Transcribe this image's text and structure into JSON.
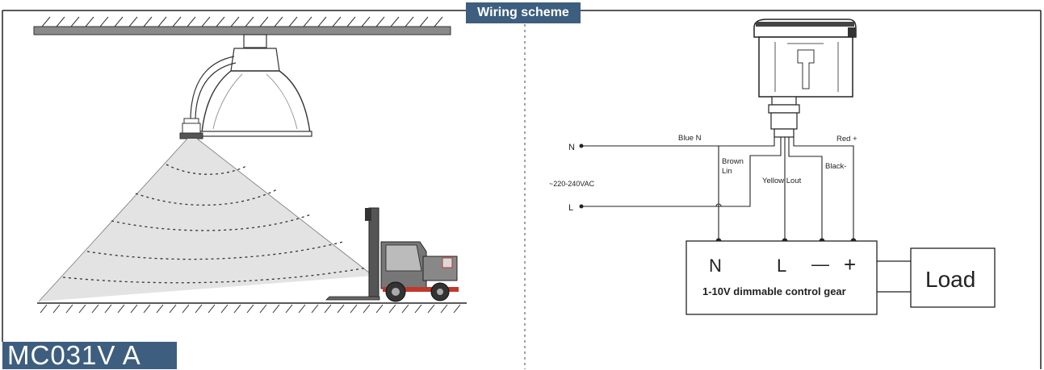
{
  "header": {
    "tab_label": "Wiring scheme"
  },
  "model_badge": "MC031V A",
  "wiring": {
    "terminal_n": "N",
    "terminal_l": "L",
    "supply_voltage": "~220-240VAC",
    "wire_blue": "Blue N",
    "wire_brown_1": "Brown",
    "wire_brown_2": "Lin",
    "wire_yellow": "Yellow Lout",
    "wire_red": "Red +",
    "wire_black": "Black-",
    "gear_terminal_n": "N",
    "gear_terminal_l": "L",
    "gear_terminal_minus": "—",
    "gear_terminal_plus": "+",
    "gear_label": "1-10V dimmable control gear",
    "load_label": "Load"
  },
  "colors": {
    "accent": "#3d5e7e",
    "line": "#222222",
    "detection_fill": "#e3e3e3"
  }
}
